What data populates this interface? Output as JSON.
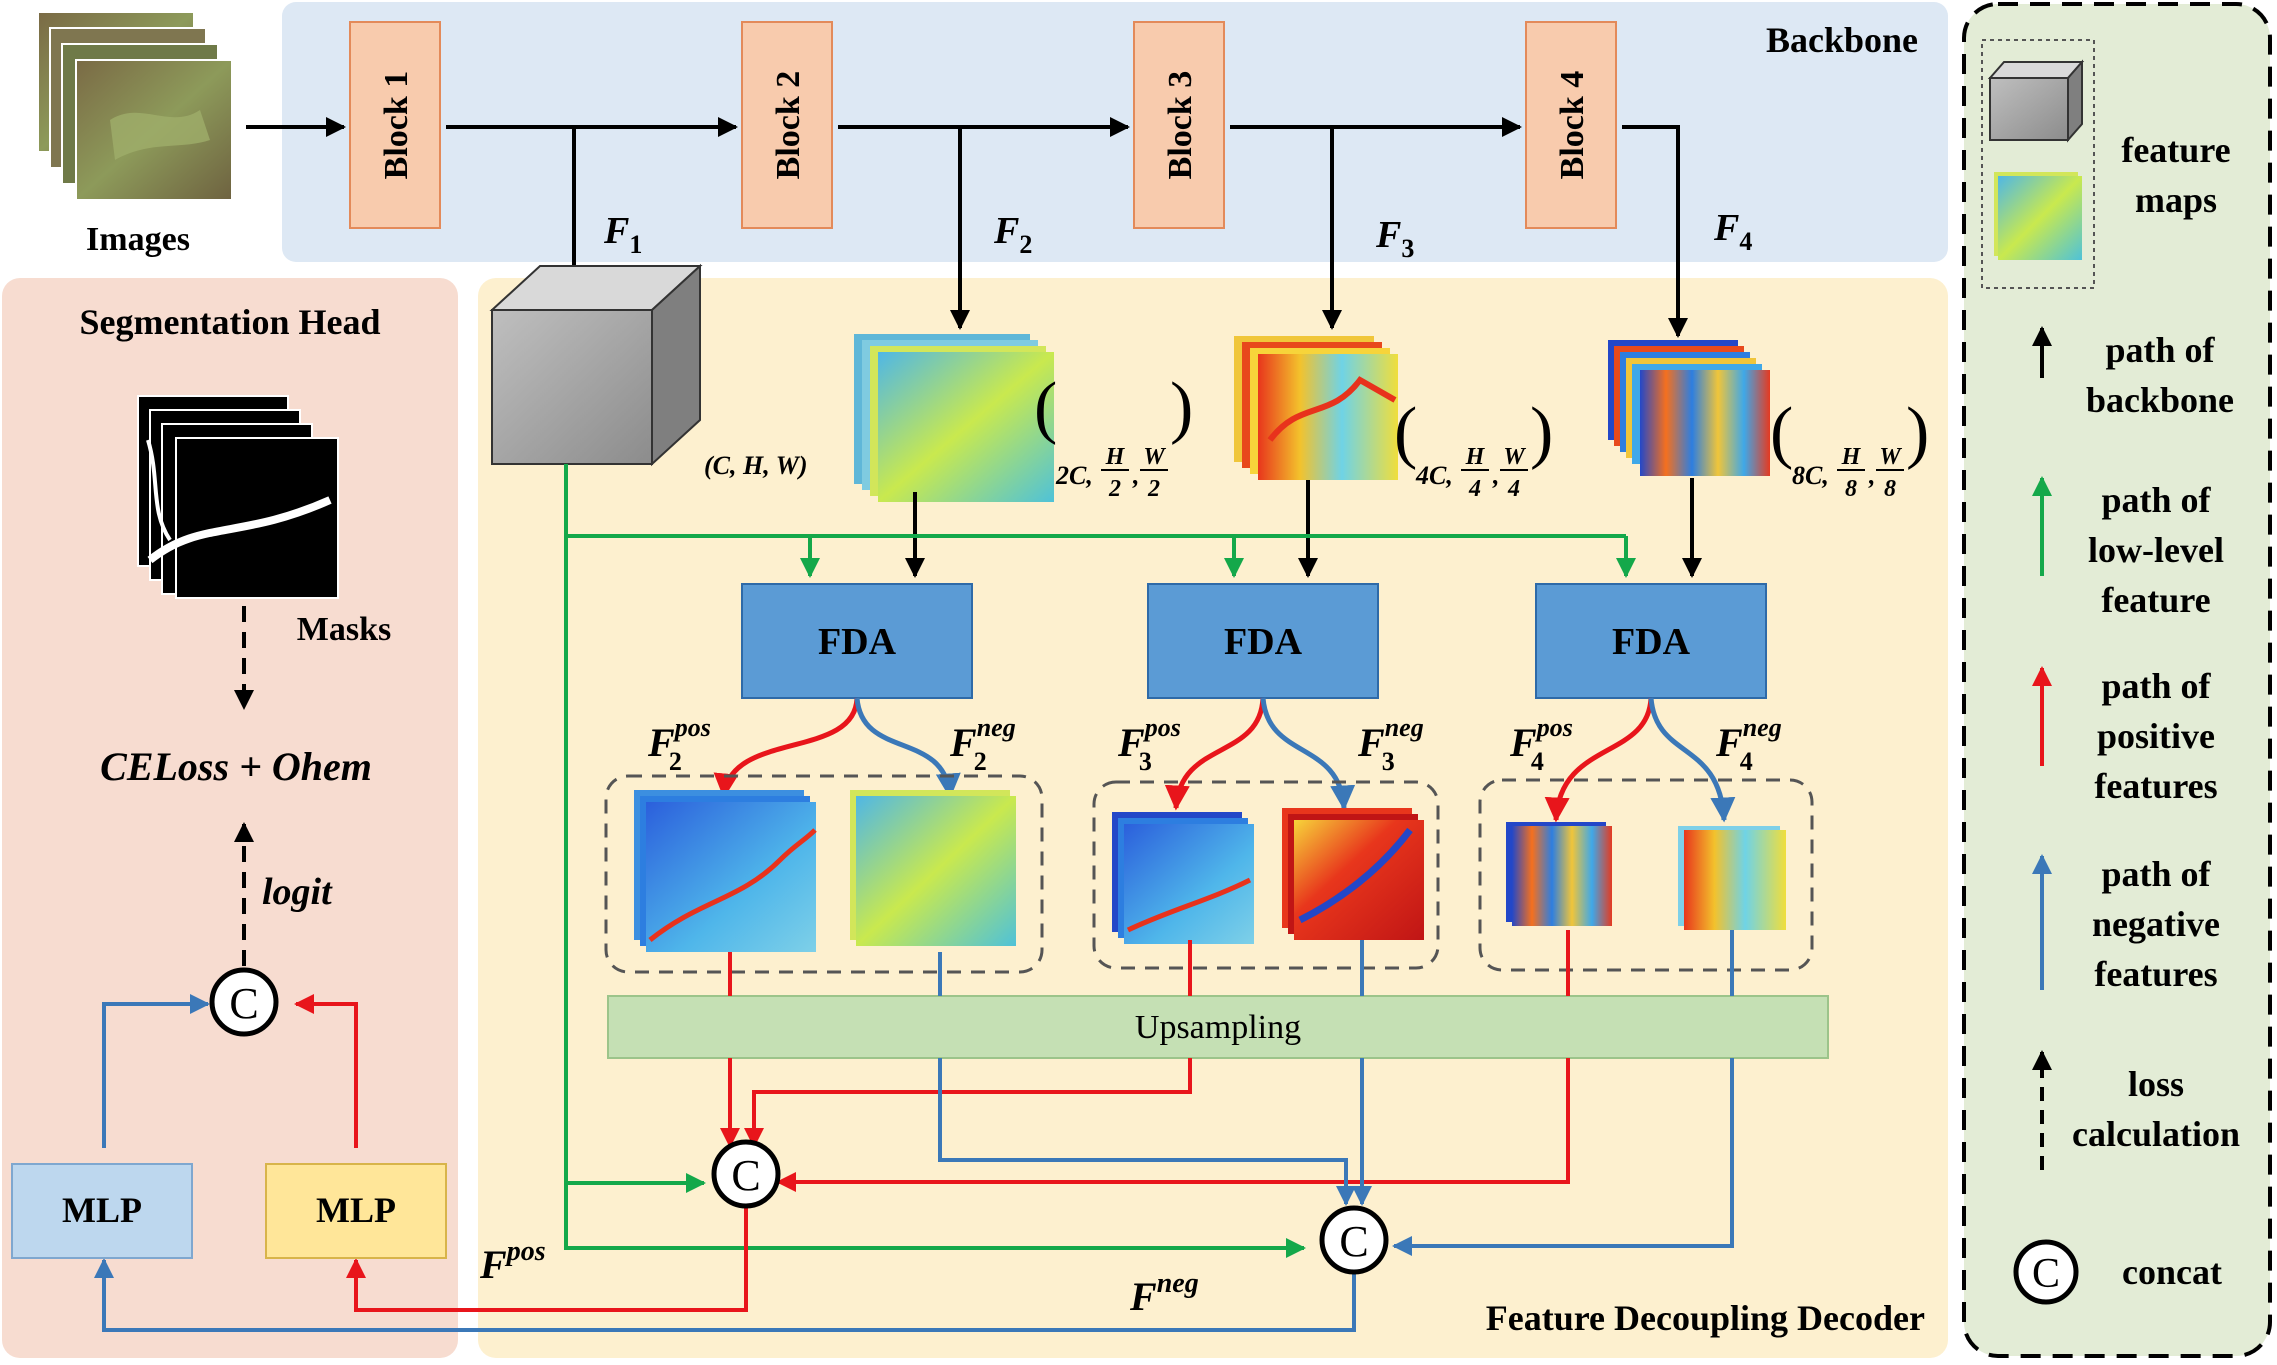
{
  "backbone": {
    "title": "Backbone",
    "images_label": "Images",
    "blocks": [
      "Block 1",
      "Block 2",
      "Block 3",
      "Block 4"
    ],
    "features": [
      {
        "base": "F",
        "sub": "1"
      },
      {
        "base": "F",
        "sub": "2"
      },
      {
        "base": "F",
        "sub": "3"
      },
      {
        "base": "F",
        "sub": "4"
      }
    ]
  },
  "decoder": {
    "title": "Feature Decoupling Decoder",
    "dims": [
      {
        "text": "(C, H, W)"
      },
      {
        "pre": "2C,",
        "num1": "H",
        "den1": "2",
        "num2": "W",
        "den2": "2"
      },
      {
        "pre": "4C,",
        "num1": "H",
        "den1": "4",
        "num2": "W",
        "den2": "4"
      },
      {
        "pre": "8C,",
        "num1": "H",
        "den1": "8",
        "num2": "W",
        "den2": "8"
      }
    ],
    "fda_label": "FDA",
    "decoupled": [
      {
        "pos_base": "F",
        "pos_sub": "2",
        "pos_sup": "pos",
        "neg_base": "F",
        "neg_sub": "2",
        "neg_sup": "neg"
      },
      {
        "pos_base": "F",
        "pos_sub": "3",
        "pos_sup": "pos",
        "neg_base": "F",
        "neg_sub": "3",
        "neg_sup": "neg"
      },
      {
        "pos_base": "F",
        "pos_sub": "4",
        "pos_sup": "pos",
        "neg_base": "F",
        "neg_sub": "4",
        "neg_sup": "neg"
      }
    ],
    "upsampling_label": "Upsampling",
    "concat_symbol": "C",
    "fpos": {
      "base": "F",
      "sup": "pos"
    },
    "fneg": {
      "base": "F",
      "sup": "neg"
    }
  },
  "seg_head": {
    "title": "Segmentation Head",
    "masks_label": "Masks",
    "loss_label": "CELoss + Ohem",
    "logit_label": "logit",
    "mlp_left": "MLP",
    "mlp_right": "MLP"
  },
  "legend": {
    "feature_maps": [
      "feature",
      "maps"
    ],
    "backbone_path": [
      "path of",
      "backbone"
    ],
    "low_level_path": [
      "path of",
      "low-level",
      "feature"
    ],
    "positive_path": [
      "path of",
      "positive",
      "features"
    ],
    "negative_path": [
      "path of",
      "negative",
      "features"
    ],
    "loss_path": [
      "loss",
      "calculation"
    ],
    "concat": "concat"
  },
  "colors": {
    "backbone_bg": "#dde8f4",
    "decoder_bg": "#fdf0cf",
    "seghead_bg": "#f7dcd0",
    "legend_bg": "#e3ecd6",
    "block_fill": "#f8cbad",
    "fda_fill": "#5b9bd5",
    "upsampling_fill": "#c5e0b4",
    "mlp_blue": "#bdd7ee",
    "mlp_yellow": "#ffe699",
    "green": "#14a84a",
    "red": "#e8151b",
    "blue": "#3b78b8",
    "black": "#000000"
  }
}
